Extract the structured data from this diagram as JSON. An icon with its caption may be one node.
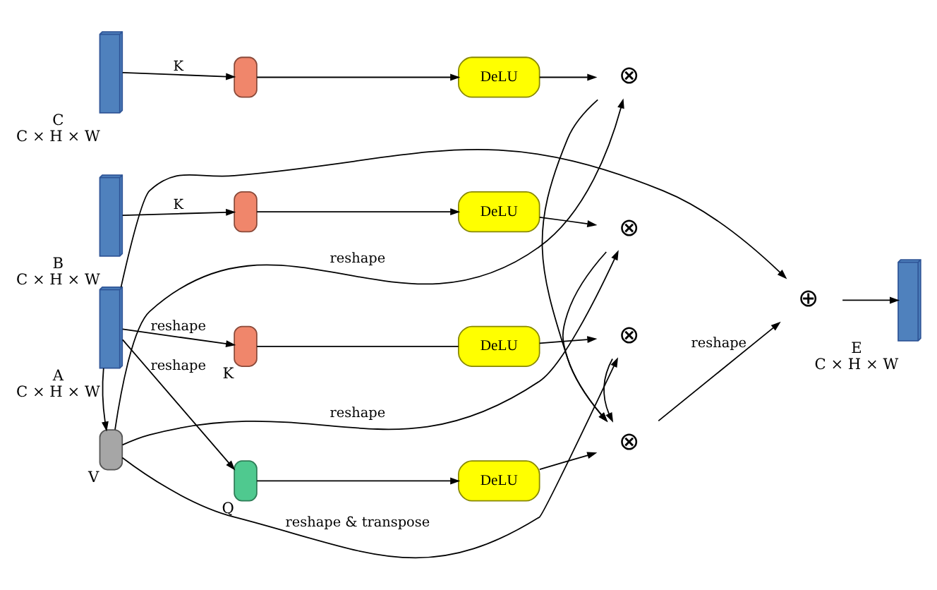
{
  "diagram": {
    "nodes": [
      {
        "text": [],
        "shape": "cuboid",
        "beside": [
          "C",
          "C × H × W"
        ]
      },
      {
        "text": [],
        "shape": "box"
      },
      {
        "text": [
          "DeLU"
        ]
      },
      {
        "text": [
          "⊗"
        ]
      },
      {
        "text": [],
        "shape": "cuboid",
        "beside": [
          "B",
          "C × H × W"
        ]
      },
      {
        "text": [],
        "shape": "box"
      },
      {
        "text": [
          "DeLU"
        ]
      },
      {
        "text": [
          "⊗"
        ]
      },
      {
        "text": [],
        "shape": "box",
        "beside": [
          "V"
        ]
      },
      {
        "text": [
          "⊗"
        ]
      },
      {
        "text": [],
        "shape": "cuboid",
        "beside": [
          "A",
          "C × H × W"
        ]
      },
      {
        "text": [],
        "shape": "box",
        "beside": [
          "K"
        ]
      },
      {
        "text": [
          "DeLU"
        ]
      },
      {
        "text": [],
        "shape": "box",
        "beside": [
          "Q"
        ]
      },
      {
        "text": [
          "DeLU"
        ]
      },
      {
        "text": [
          "⊗"
        ]
      },
      {
        "text": [
          "⊕"
        ]
      },
      {
        "text": [],
        "shape": "cuboid",
        "beside": [
          "E",
          "C × H × W"
        ]
      }
    ],
    "edges": [
      {
        "from": 0,
        "to": 1,
        "arrow": "to",
        "label": "K"
      },
      {
        "from": 1,
        "to": 2,
        "arrow": "to"
      },
      {
        "from": 2,
        "to": 3,
        "arrow": "to"
      },
      {
        "from": 8,
        "to": 3,
        "arrow": "to",
        "label": "reshape"
      },
      {
        "from": 4,
        "to": 5,
        "arrow": "to",
        "label": "K"
      },
      {
        "from": 5,
        "to": 6,
        "arrow": "to"
      },
      {
        "from": 6,
        "to": 7,
        "arrow": "to"
      },
      {
        "from": 8,
        "to": 7,
        "arrow": "to",
        "label": "reshape"
      },
      {
        "from": 8,
        "to": 9,
        "arrow": "to",
        "label": "reshape & transpose"
      },
      {
        "from": 10,
        "to": 8,
        "arrow": "to"
      },
      {
        "from": 10,
        "to": 11,
        "arrow": "to",
        "label": "reshape"
      },
      {
        "from": 11,
        "to": 12,
        "arrow": "none"
      },
      {
        "from": 12,
        "to": 9,
        "arrow": "to"
      },
      {
        "from": 10,
        "to": 13,
        "arrow": "to",
        "label": "reshape"
      },
      {
        "from": 13,
        "to": 14,
        "arrow": "to"
      },
      {
        "from": 14,
        "to": 15,
        "arrow": "to"
      },
      {
        "from": 3,
        "to": 15,
        "arrow": "to"
      },
      {
        "from": 7,
        "to": 15,
        "arrow": "to"
      },
      {
        "from": 9,
        "to": 15,
        "arrow": "to"
      },
      {
        "from": 15,
        "to": 16,
        "arrow": "to",
        "label": "reshape"
      },
      {
        "from": 10,
        "to": 16,
        "arrow": "to"
      },
      {
        "from": 16,
        "to": 17,
        "arrow": "to"
      }
    ]
  }
}
